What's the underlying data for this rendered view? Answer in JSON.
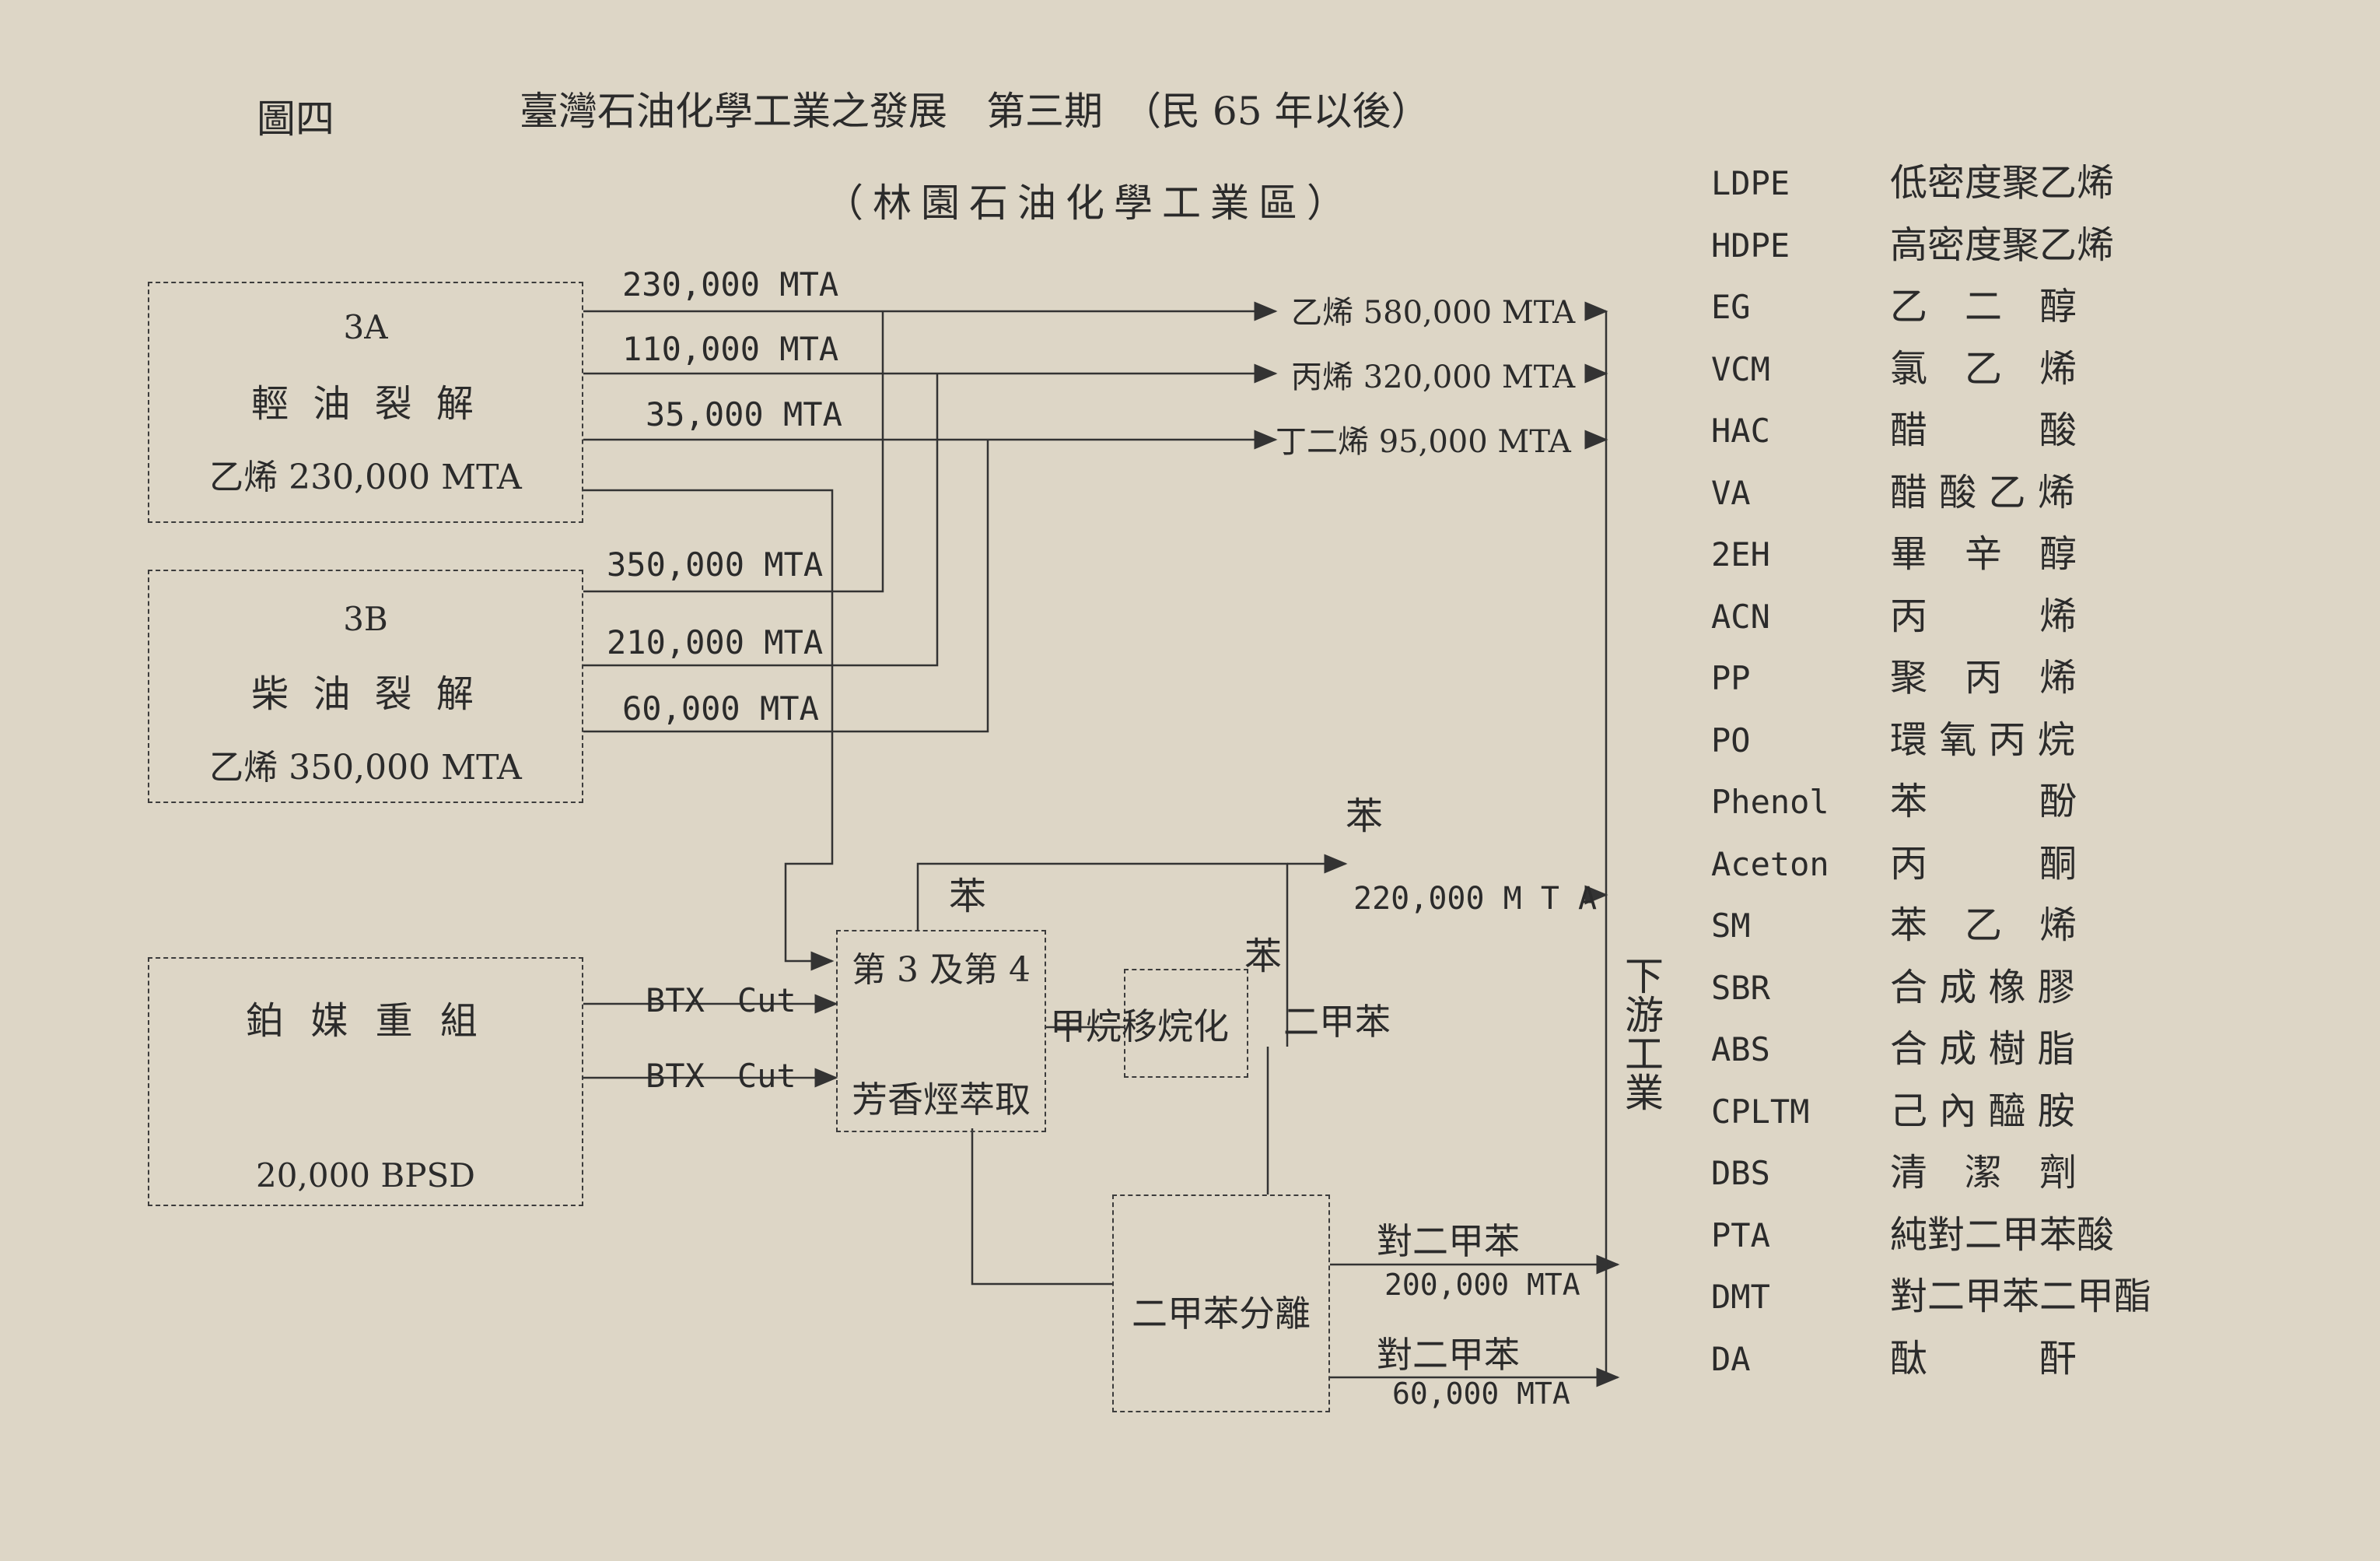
{
  "header": {
    "figure": "圖四",
    "title": "臺灣石油化學工業之發展　第三期　（民 65 年以後）",
    "subtitle": "（林園石油化學工業區）"
  },
  "units": {
    "u3a": {
      "code": "3A",
      "name": "輕 油 裂 解",
      "capacity": "乙烯 230,000 MTA"
    },
    "u3b": {
      "code": "3B",
      "name": "柴 油 裂 解",
      "capacity": "乙烯 350,000 MTA"
    },
    "reformer": {
      "name": "鉑 媒 重 組",
      "capacity": "20,000 BPSD"
    },
    "extraction": {
      "line1": "第 3 及第 4",
      "line2": "芳香烴萃取"
    },
    "transalk": {
      "name": "甲烷移烷化"
    },
    "xylene_sep": {
      "name": "二甲苯分離"
    }
  },
  "flows": {
    "f3a_1": "230,000 MTA",
    "f3a_2": "110,000 MTA",
    "f3a_3": "35,000 MTA",
    "f3b_1": "350,000 MTA",
    "f3b_2": "210,000 MTA",
    "f3b_3": "60,000 MTA",
    "btx1": "BTX　Cut",
    "btx2": "BTX　Cut",
    "benzene_a": "苯",
    "benzene_b": "苯",
    "xylene": "二甲苯"
  },
  "products": {
    "ethylene": "乙烯 580,000 MTA",
    "propylene": "丙烯 320,000 MTA",
    "butadiene": "丁二烯 95,000 MTA",
    "benzene": "苯",
    "benzene_amt": "220,000 M T A",
    "px1": "對二甲苯",
    "px1_amt": "200,000 MTA",
    "px2": "對二甲苯",
    "px2_amt": "60,000 MTA"
  },
  "downstream": "下游工業",
  "legend": [
    {
      "abbr": "LDPE",
      "name": "低密度聚乙烯"
    },
    {
      "abbr": "HDPE",
      "name": "高密度聚乙烯"
    },
    {
      "abbr": "EG",
      "name": "乙　二　醇"
    },
    {
      "abbr": "VCM",
      "name": "氯　乙　烯"
    },
    {
      "abbr": "HAC",
      "name": "醋　　　酸"
    },
    {
      "abbr": "VA",
      "name": "醋 酸 乙 烯"
    },
    {
      "abbr": "2EH",
      "name": "畢　辛　醇"
    },
    {
      "abbr": "ACN",
      "name": "丙　　　烯"
    },
    {
      "abbr": "PP",
      "name": "聚　丙　烯"
    },
    {
      "abbr": "PO",
      "name": "環 氧 丙 烷"
    },
    {
      "abbr": "Phenol",
      "name": "苯　　　酚"
    },
    {
      "abbr": "Aceton",
      "name": "丙　　　酮"
    },
    {
      "abbr": "SM",
      "name": "苯　乙　烯"
    },
    {
      "abbr": "SBR",
      "name": "合 成 橡 膠"
    },
    {
      "abbr": "ABS",
      "name": "合 成 樹 脂"
    },
    {
      "abbr": "CPLTM",
      "name": "己 內 醯 胺"
    },
    {
      "abbr": "DBS",
      "name": "清　潔　劑"
    },
    {
      "abbr": "PTA",
      "name": "純對二甲苯酸"
    },
    {
      "abbr": "DMT",
      "name": "對二甲苯二甲酯"
    },
    {
      "abbr": "DA",
      "name": "酞　　　酐"
    }
  ]
}
